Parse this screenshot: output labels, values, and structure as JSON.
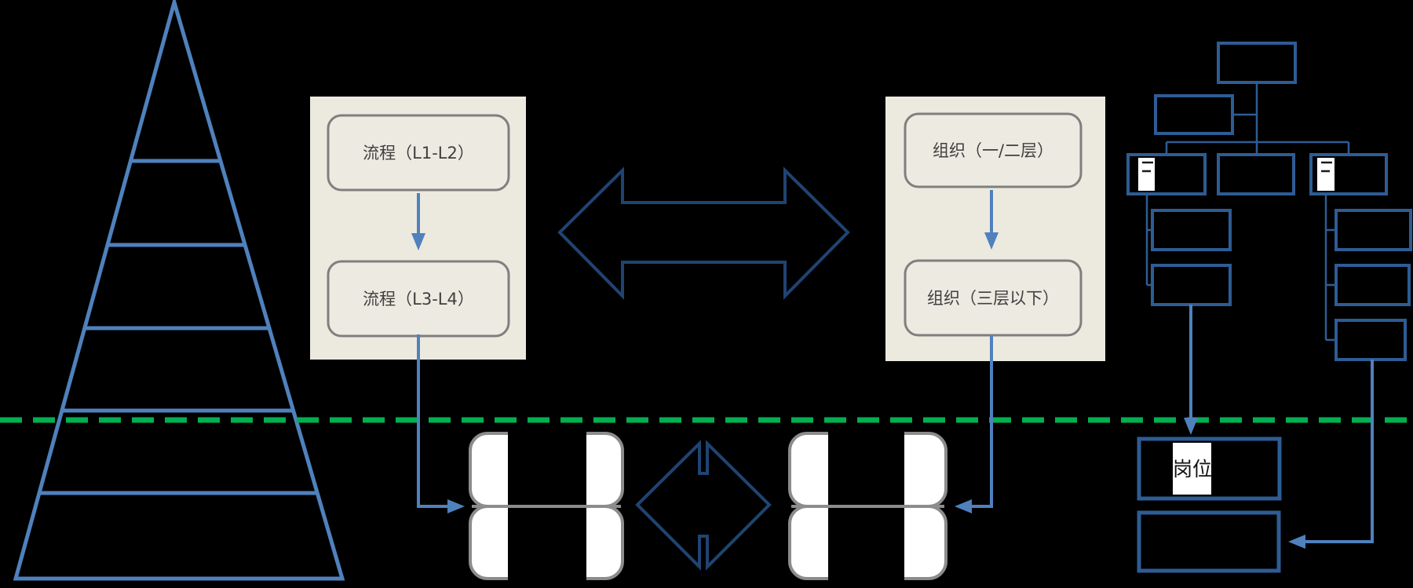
{
  "diagram": {
    "left_panel": {
      "box1_label": "流程（L1-L2）",
      "box2_label": "流程（L3-L4）"
    },
    "right_panel": {
      "box1_label": "组织（一/二层）",
      "box2_label": "组织（三层以下）"
    },
    "bottom_right": {
      "post_box_label": "岗位"
    }
  },
  "colors": {
    "background": "#000000",
    "blue": "#4F81BD",
    "navy": "#1F4473",
    "orgblue": "#2E5C94",
    "beige": "#ECE9DF",
    "boxfill": "#EDEAE1",
    "gray": "#7F7F7F",
    "pillgray": "#8C8C8C",
    "green": "#00B050",
    "text": "#3F3F3F"
  }
}
